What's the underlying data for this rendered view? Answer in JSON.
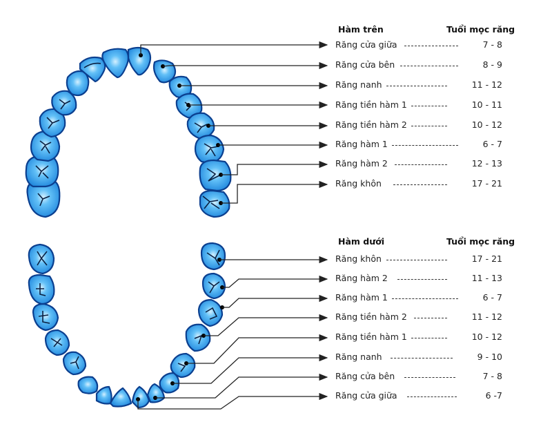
{
  "upper_jaw": {
    "title": "Hàm trên",
    "age_header": "Tuổi mọc răng",
    "teeth": [
      {
        "name": "Răng cửa giữa",
        "age": "7 - 8"
      },
      {
        "name": "Răng cửa bên",
        "age": "8 - 9"
      },
      {
        "name": "Răng nanh",
        "age": "11 - 12"
      },
      {
        "name": "Răng tiền hàm 1",
        "age": "10 - 11"
      },
      {
        "name": "Răng tiền hàm 2",
        "age": "10 - 12"
      },
      {
        "name": "Răng hàm 1",
        "age": "6 - 7"
      },
      {
        "name": "Răng hàm 2",
        "age": "12 - 13"
      },
      {
        "name": "Răng khôn",
        "age": "17 - 21"
      }
    ]
  },
  "lower_jaw": {
    "title": "Hàm dưới",
    "age_header": "Tuổi mọc răng",
    "teeth": [
      {
        "name": "Răng khôn",
        "age": "17 - 21"
      },
      {
        "name": "Răng hàm 2",
        "age": "11 - 13"
      },
      {
        "name": "Răng hàm 1",
        "age": "6 - 7"
      },
      {
        "name": "Răng tiền hàm 2",
        "age": "11 - 12"
      },
      {
        "name": "Răng tiền hàm 1",
        "age": "10 - 12"
      },
      {
        "name": "Răng nanh",
        "age": "9 - 10"
      },
      {
        "name": "Răng cửa bên",
        "age": "7 - 8"
      },
      {
        "name": "Răng cửa giữa",
        "age": "6 -7"
      }
    ]
  },
  "colors": {
    "tooth_fill_light": "#bfe6ff",
    "tooth_fill": "#4fb3f5",
    "tooth_fill_dark": "#1f86dc",
    "tooth_outline": "#0b3f8f",
    "leader_line": "#222222"
  }
}
